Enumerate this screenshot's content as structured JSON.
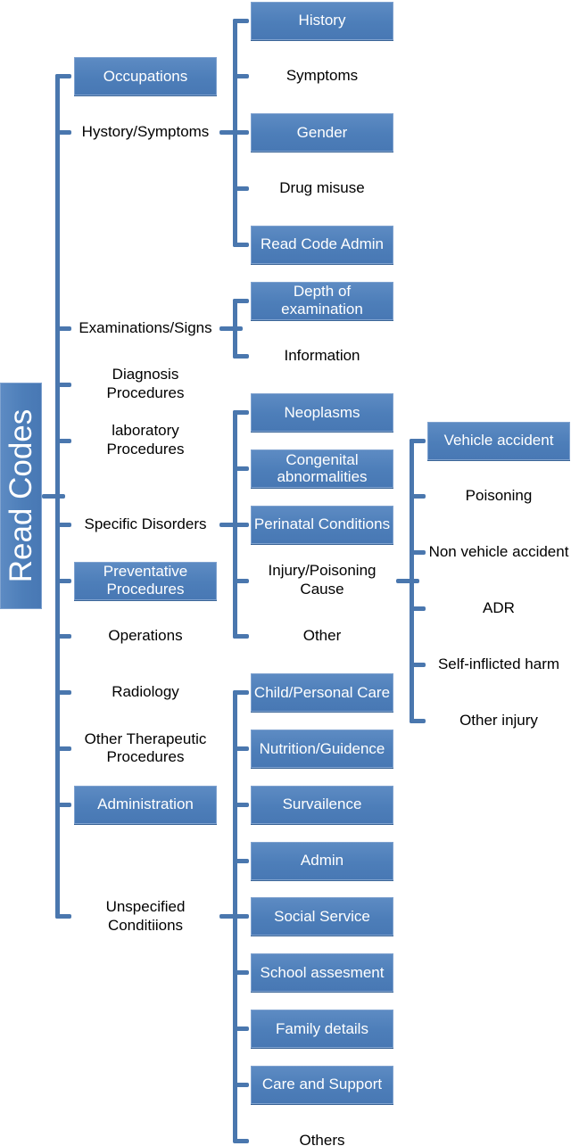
{
  "figure": {
    "description_label": "Read Codes hierarchy diagram"
  },
  "colors": {
    "box_fill": "#4f81bd",
    "box_border_light": "#7fa2cf",
    "box_border_dark": "#3a6496",
    "connector_line": "#4a77ae",
    "box_text": "#ffffff",
    "plain_text": "#000000",
    "background": "#ffffff"
  },
  "tree": {
    "style": "box",
    "row": 8.5,
    "lines": [
      "Read Codes"
    ],
    "children": [
      {
        "style": "box",
        "row": 1,
        "lines": [
          "Occupations"
        ]
      },
      {
        "style": "plain",
        "row": 2,
        "lines": [
          "Hystory/Symptoms"
        ],
        "children": [
          {
            "style": "box",
            "row": 0,
            "lines": [
              "History"
            ]
          },
          {
            "style": "plain",
            "row": 1,
            "lines": [
              "Symptoms"
            ]
          },
          {
            "style": "box",
            "row": 2,
            "lines": [
              "Gender"
            ]
          },
          {
            "style": "plain",
            "row": 3,
            "lines": [
              "Drug misuse"
            ]
          },
          {
            "style": "box",
            "row": 4,
            "lines": [
              "Read Code Admin"
            ]
          }
        ]
      },
      {
        "style": "plain",
        "row": 5.5,
        "lines": [
          "Examinations/Signs"
        ],
        "children": [
          {
            "style": "box",
            "row": 5,
            "lines": [
              "Depth of",
              "examination"
            ]
          },
          {
            "style": "plain",
            "row": 6,
            "lines": [
              "Information"
            ]
          }
        ]
      },
      {
        "style": "plain",
        "row": 6.5,
        "lines": [
          "Diagnosis",
          "Procedures"
        ]
      },
      {
        "style": "plain",
        "row": 7.5,
        "lines": [
          "laboratory",
          "Procedures"
        ]
      },
      {
        "style": "plain",
        "row": 9,
        "lines": [
          "Specific Disorders"
        ],
        "children": [
          {
            "style": "box",
            "row": 7,
            "lines": [
              "Neoplasms"
            ]
          },
          {
            "style": "box",
            "row": 8,
            "lines": [
              "Congenital",
              "abnormalities"
            ]
          },
          {
            "style": "box",
            "row": 9,
            "lines": [
              "Perinatal Conditions"
            ]
          },
          {
            "style": "plain",
            "row": 10,
            "lines": [
              "Injury/Poisoning",
              "Cause"
            ],
            "children": [
              {
                "style": "box",
                "row": 7.5,
                "lines": [
                  "Vehicle accident"
                ]
              },
              {
                "style": "plain",
                "row": 8.5,
                "lines": [
                  "Poisoning"
                ]
              },
              {
                "style": "plain",
                "row": 9.5,
                "lines": [
                  "Non vehicle accident"
                ]
              },
              {
                "style": "plain",
                "row": 10.5,
                "lines": [
                  "ADR"
                ]
              },
              {
                "style": "plain",
                "row": 11.5,
                "lines": [
                  "Self-inflicted harm"
                ]
              },
              {
                "style": "plain",
                "row": 12.5,
                "lines": [
                  "Other injury"
                ]
              }
            ]
          },
          {
            "style": "plain",
            "row": 11,
            "lines": [
              "Other"
            ]
          }
        ]
      },
      {
        "style": "box",
        "row": 10,
        "lines": [
          "Preventative",
          "Procedures"
        ]
      },
      {
        "style": "plain",
        "row": 11,
        "lines": [
          "Operations"
        ]
      },
      {
        "style": "plain",
        "row": 12,
        "lines": [
          "Radiology"
        ]
      },
      {
        "style": "plain",
        "row": 13,
        "lines": [
          "Other Therapeutic",
          "Procedures"
        ]
      },
      {
        "style": "box",
        "row": 14,
        "lines": [
          "Administration"
        ]
      },
      {
        "style": "plain",
        "row": 16,
        "lines": [
          "Unspecified",
          "Conditiions"
        ],
        "children": [
          {
            "style": "box",
            "row": 12,
            "lines": [
              "Child/Personal Care"
            ]
          },
          {
            "style": "box",
            "row": 13,
            "lines": [
              "Nutrition/Guidence"
            ]
          },
          {
            "style": "box",
            "row": 14,
            "lines": [
              "Survailence"
            ]
          },
          {
            "style": "box",
            "row": 15,
            "lines": [
              "Admin"
            ]
          },
          {
            "style": "box",
            "row": 16,
            "lines": [
              "Social Service"
            ]
          },
          {
            "style": "box",
            "row": 17,
            "lines": [
              "School assesment"
            ]
          },
          {
            "style": "box",
            "row": 18,
            "lines": [
              "Family details"
            ]
          },
          {
            "style": "box",
            "row": 19,
            "lines": [
              "Care and Support"
            ]
          },
          {
            "style": "plain",
            "row": 20,
            "lines": [
              "Others"
            ]
          }
        ]
      }
    ]
  }
}
